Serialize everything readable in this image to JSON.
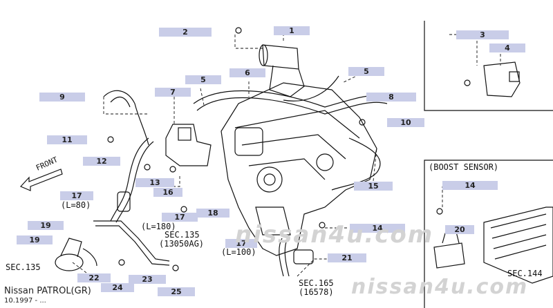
{
  "callouts": {
    "c1": "1",
    "c2": "2",
    "c3": "3",
    "c4": "4",
    "c5a": "5",
    "c5b": "5",
    "c6": "6",
    "c7": "7",
    "c8": "8",
    "c9": "9",
    "c10": "10",
    "c11": "11",
    "c12": "12",
    "c13": "13",
    "c14a": "14",
    "c14b": "14",
    "c15": "15",
    "c16": "16",
    "c17a": "17",
    "c17b": "17",
    "c17c": "17",
    "c18": "18",
    "c19a": "19",
    "c19b": "19",
    "c20": "20",
    "c21": "21",
    "c22": "22",
    "c23": "23",
    "c24": "24",
    "c25": "25"
  },
  "notes": {
    "front": "FRONT",
    "boost_sensor": "(BOOST SENSOR)",
    "l80": "(L=80)",
    "l180": "(L=180)",
    "l100": "(L=100)",
    "sec135_top": "SEC.135",
    "sec135_part": "(13050AG)",
    "sec135_left": "SEC.135",
    "sec165": "SEC.165",
    "sec165_part": "(16578)",
    "sec144": "SEC.144"
  },
  "footer": {
    "model": "Nissan PATROL(GR)",
    "date": "10.1997 - ..."
  },
  "watermark": {
    "center": "nissan4u.com",
    "corner": "nissan4u.com"
  },
  "colors": {
    "label_bg": "#c9cde8",
    "line": "#111111",
    "watermark": "#d3d3d3"
  }
}
